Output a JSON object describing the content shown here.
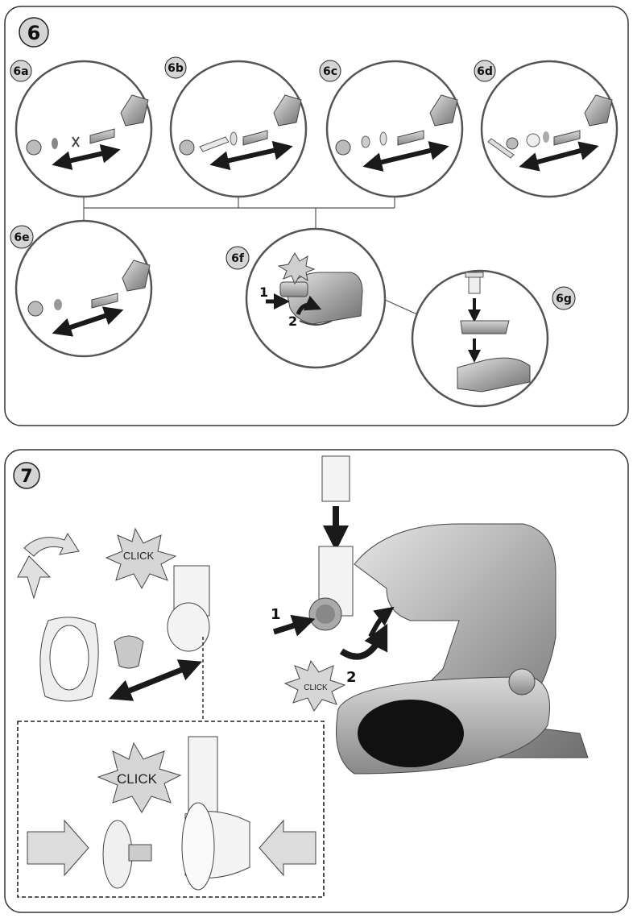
{
  "section6": {
    "number": "6",
    "steps": [
      {
        "label": "6a"
      },
      {
        "label": "6b"
      },
      {
        "label": "6c"
      },
      {
        "label": "6d"
      },
      {
        "label": "6e"
      },
      {
        "label": "6f"
      },
      {
        "label": "6g"
      }
    ],
    "step_6f_numbers": [
      "1",
      "2"
    ]
  },
  "section7": {
    "number": "7",
    "click_labels": [
      "CLICK",
      "CLICK",
      "CLICK"
    ],
    "attach_numbers": [
      "1",
      "2"
    ]
  },
  "colors": {
    "outline": "#333333",
    "badge_fill": "#d4d4d4",
    "metal": "#9a9a9a",
    "arrow": "#1a1a1a"
  }
}
